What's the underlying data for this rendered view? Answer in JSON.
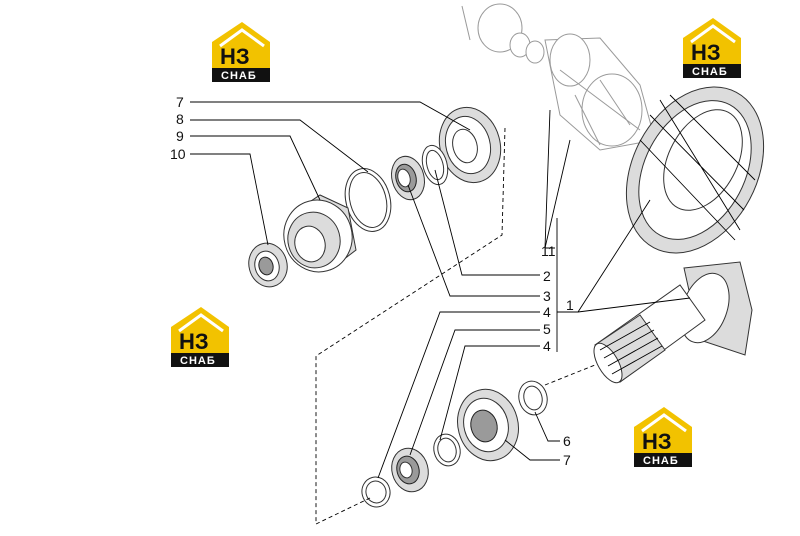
{
  "logo": {
    "mark_top": "НЗ",
    "mark_bottom": "СНАБ",
    "accent_color": "#f2c200",
    "dark_color": "#111111"
  },
  "callouts": {
    "c7a": "7",
    "c8": "8",
    "c9": "9",
    "c10": "10",
    "c11": "11",
    "c2": "2",
    "c3": "3",
    "c1": "1",
    "c4a": "4",
    "c5": "5",
    "c4b": "4",
    "c6": "6",
    "c7b": "7"
  }
}
